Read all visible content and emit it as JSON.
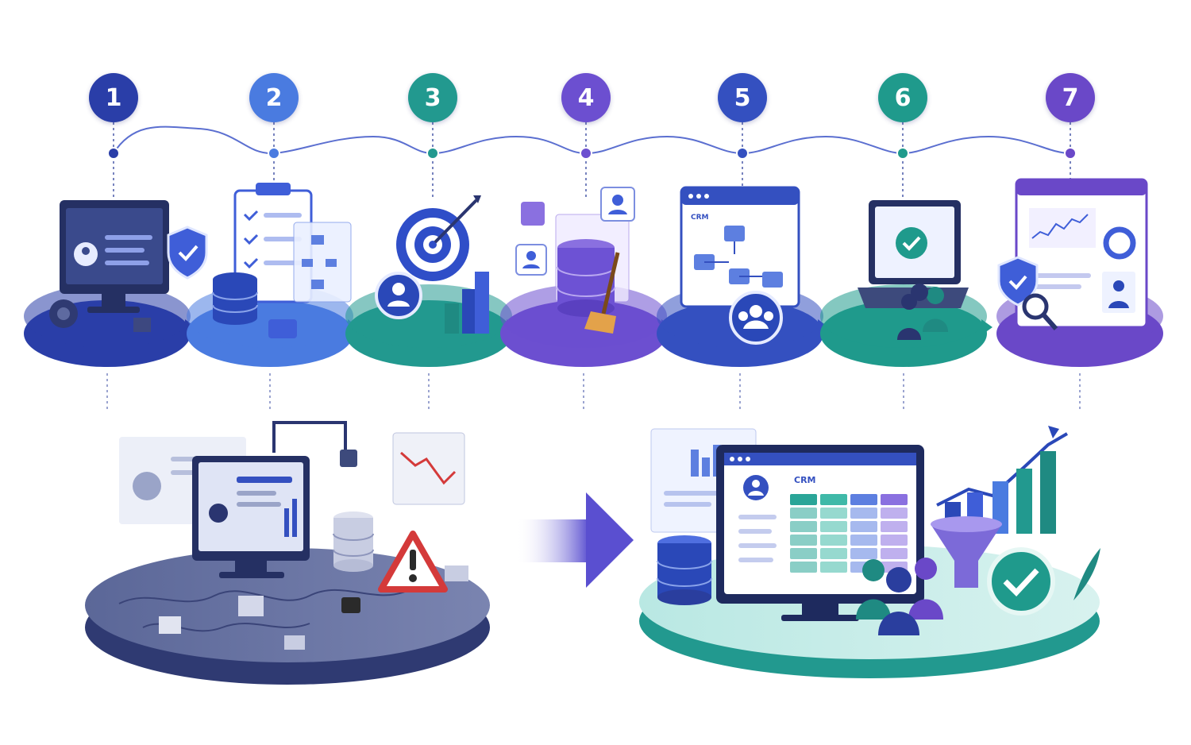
{
  "steps": [
    {
      "number": "1",
      "color": "#2a3ea8",
      "icon": "monitor-shield-icon"
    },
    {
      "number": "2",
      "color": "#4a7be0",
      "icon": "clipboard-database-icon"
    },
    {
      "number": "3",
      "color": "#22998f",
      "icon": "target-chart-icon"
    },
    {
      "number": "4",
      "color": "#6c4fd0",
      "icon": "database-broom-icon"
    },
    {
      "number": "5",
      "color": "#3450c0",
      "icon": "crm-flow-icon"
    },
    {
      "number": "6",
      "color": "#1f9a8c",
      "icon": "laptop-check-icon"
    },
    {
      "number": "7",
      "color": "#6a48c8",
      "icon": "dashboard-shield-icon"
    }
  ],
  "step5_screen_label": "CRM",
  "after_screen_label": "CRM",
  "colors": {
    "navy": "#2a3570",
    "blue": "#3f5ed8",
    "teal": "#2aa598",
    "purple": "#6d52d4",
    "slate": "#4e5a8e"
  }
}
